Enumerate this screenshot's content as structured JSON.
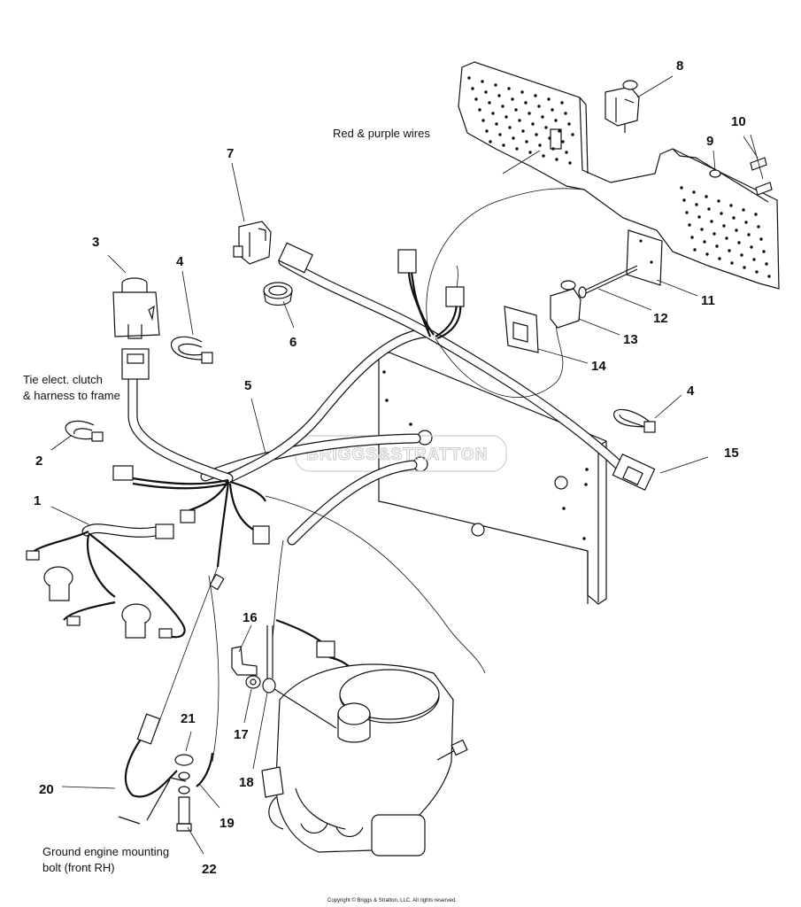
{
  "callouts": {
    "c1": "1",
    "c2": "2",
    "c3": "3",
    "c4a": "4",
    "c4b": "4",
    "c5": "5",
    "c6": "6",
    "c7": "7",
    "c8": "8",
    "c9": "9",
    "c10": "10",
    "c11": "11",
    "c12": "12",
    "c13": "13",
    "c14": "14",
    "c15": "15",
    "c16": "16",
    "c17": "17",
    "c18": "18",
    "c19": "19",
    "c20": "20",
    "c21": "21",
    "c22": "22"
  },
  "notes": {
    "red_purple": "Red & purple wires",
    "tie_line1": "Tie elect. clutch",
    "tie_line2": "& harness to frame",
    "ground_line1": "Ground engine mounting",
    "ground_line2": "bolt (front RH)"
  },
  "watermark": "BRIGGS&STRATTON",
  "copyright": "Copyright © Briggs & Stratton, LLC. All rights reserved."
}
